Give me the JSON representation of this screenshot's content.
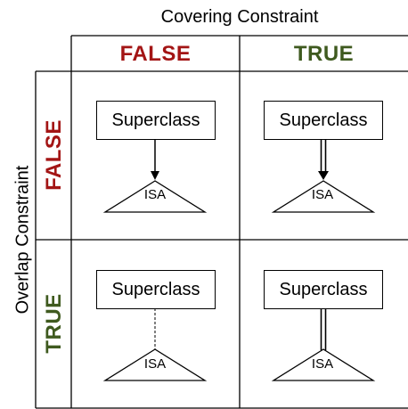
{
  "column_axis_title": "Covering Constraint",
  "row_axis_title": "Overlap Constraint",
  "columns": [
    {
      "label": "FALSE",
      "color": "#a31515"
    },
    {
      "label": "TRUE",
      "color": "#3f5a1f"
    }
  ],
  "rows": [
    {
      "label": "FALSE",
      "color": "#a31515"
    },
    {
      "label": "TRUE",
      "color": "#3f5a1f"
    }
  ],
  "cells": [
    {
      "superclass": "Superclass",
      "isa": "ISA",
      "connector": "single-arrow"
    },
    {
      "superclass": "Superclass",
      "isa": "ISA",
      "connector": "double-arrow"
    },
    {
      "superclass": "Superclass",
      "isa": "ISA",
      "connector": "dashed-line"
    },
    {
      "superclass": "Superclass",
      "isa": "ISA",
      "connector": "double-line"
    }
  ]
}
